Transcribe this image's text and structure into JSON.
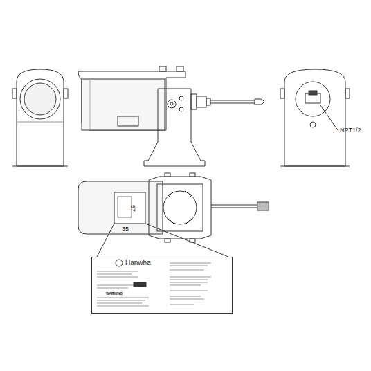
{
  "diagram": {
    "nodes": [
      {
        "text": [
          "Hanwha",
          "WARNING"
        ]
      }
    ],
    "labels": [
      "NPT1/2",
      "57",
      "35"
    ]
  }
}
